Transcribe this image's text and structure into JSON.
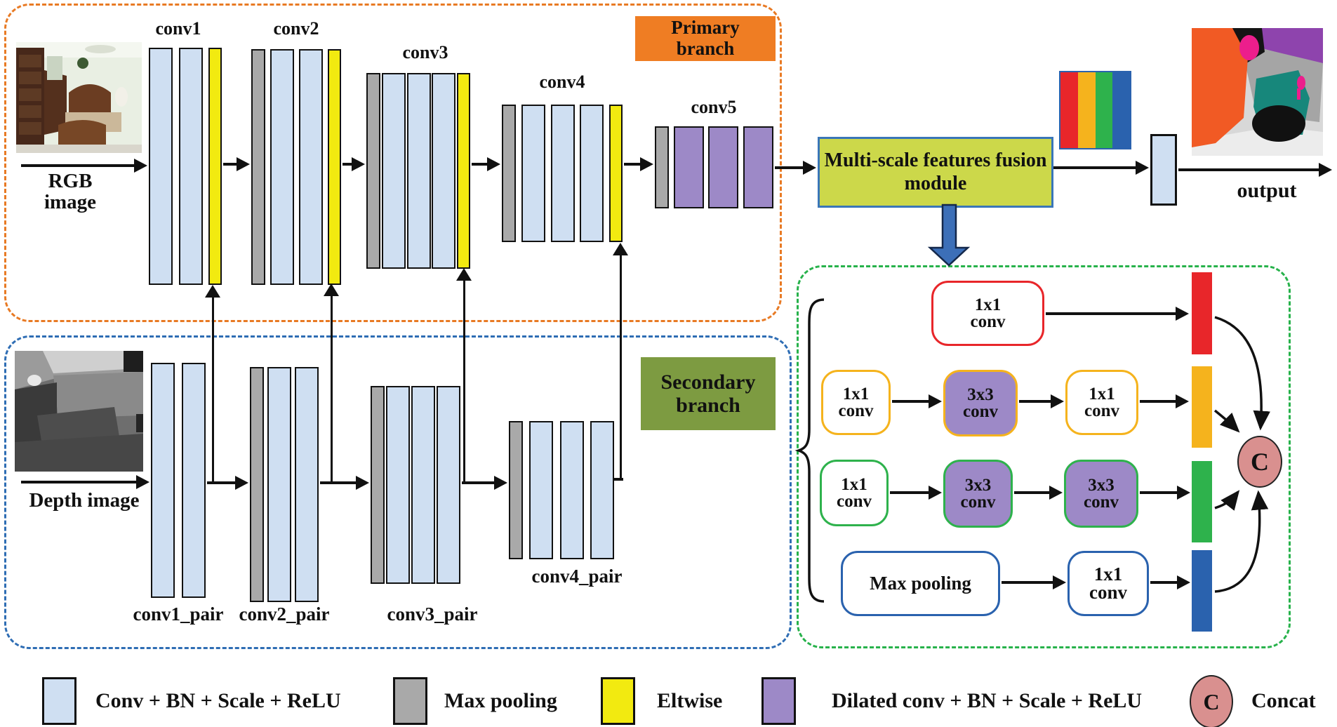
{
  "colors": {
    "orange-dash": "#e87a24",
    "blue-dash": "#2e6db4",
    "green-dash": "#27b24b",
    "primary-tag": "#ef7d23",
    "secondary-tag": "#7d9b41",
    "lightblue": "#cfdff2",
    "gray": "#a9a9a9",
    "eltwise": "#f2ea10",
    "purple": "#9d89c7",
    "fusion-fill": "#ccd84a",
    "fusion-border": "#3a76b8",
    "red": "#e8262a",
    "yellow": "#f5b31d",
    "green": "#2eb24c",
    "blue": "#2a62ae",
    "concat": "#d9908f",
    "blue-arrow": "#3c6fb8"
  },
  "primary": {
    "tag": "Primary\nbranch",
    "input_label": "RGB\nimage",
    "blocks": [
      {
        "id": "conv1",
        "label": "conv1",
        "layers": [
          "conv",
          "conv",
          "eltwise"
        ]
      },
      {
        "id": "conv2",
        "label": "conv2",
        "layers": [
          "pool",
          "conv",
          "conv",
          "eltwise"
        ]
      },
      {
        "id": "conv3",
        "label": "conv3",
        "layers": [
          "pool",
          "conv",
          "conv",
          "conv",
          "eltwise"
        ]
      },
      {
        "id": "conv4",
        "label": "conv4",
        "layers": [
          "pool",
          "conv",
          "conv",
          "conv",
          "eltwise"
        ]
      },
      {
        "id": "conv5",
        "label": "conv5",
        "layers": [
          "pool",
          "dilated",
          "dilated",
          "dilated"
        ]
      }
    ]
  },
  "secondary": {
    "tag": "Secondary\nbranch",
    "input_label": "Depth image",
    "blocks": [
      {
        "id": "conv1_pair",
        "label": "conv1_pair",
        "layers": [
          "conv",
          "conv"
        ]
      },
      {
        "id": "conv2_pair",
        "label": "conv2_pair",
        "layers": [
          "pool",
          "conv",
          "conv"
        ]
      },
      {
        "id": "conv3_pair",
        "label": "conv3_pair",
        "layers": [
          "pool",
          "conv",
          "conv",
          "conv"
        ]
      },
      {
        "id": "conv4_pair",
        "label": "conv4_pair",
        "layers": [
          "pool",
          "conv",
          "conv",
          "conv"
        ]
      }
    ]
  },
  "fusion": {
    "box_label": "Multi-scale features fusion\nmodule",
    "output_label": "output"
  },
  "detail": {
    "rows": [
      {
        "color": "red",
        "nodes": [
          {
            "label": "1x1\nconv"
          }
        ]
      },
      {
        "color": "yellow",
        "nodes": [
          {
            "label": "1x1\nconv"
          },
          {
            "label": "3x3\nconv"
          },
          {
            "label": "1x1\nconv"
          }
        ]
      },
      {
        "color": "green",
        "nodes": [
          {
            "label": "1x1\nconv"
          },
          {
            "label": "3x3\nconv"
          },
          {
            "label": "3x3\nconv"
          }
        ]
      },
      {
        "color": "blue",
        "nodes": [
          {
            "label": "Max pooling"
          },
          {
            "label": "1x1\nconv"
          }
        ]
      }
    ],
    "concat_symbol": "C"
  },
  "legend": {
    "items": [
      {
        "swatch": "conv",
        "label": "Conv + BN + Scale + ReLU"
      },
      {
        "swatch": "pool",
        "label": "Max pooling"
      },
      {
        "swatch": "eltwise",
        "label": "Eltwise"
      },
      {
        "swatch": "dilated",
        "label": "Dilated conv + BN + Scale + ReLU"
      },
      {
        "swatch": "concat",
        "label": "Concat",
        "symbol": "C"
      }
    ]
  }
}
